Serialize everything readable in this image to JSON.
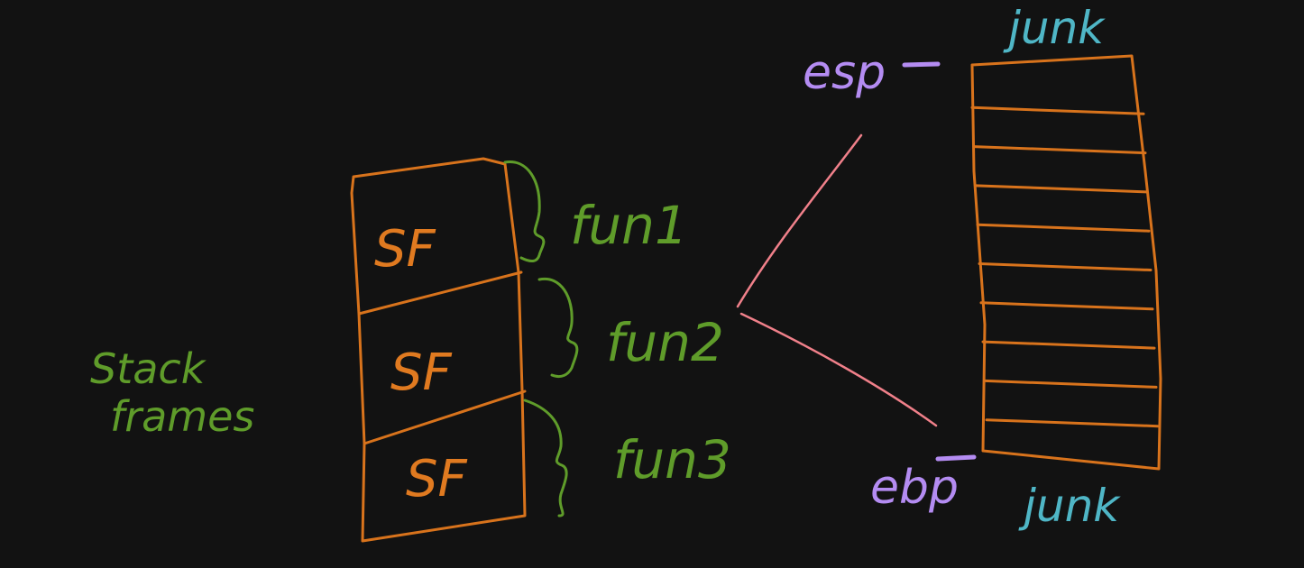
{
  "colors": {
    "background": "#121212",
    "stack_outline": "#d8731c",
    "frame_label": "#e07a20",
    "function_label": "#5f9c2a",
    "register": "#b48cf2",
    "junk": "#4fb6c6",
    "arrow": "#f0808a"
  },
  "left_label": [
    "Stack",
    "frames"
  ],
  "frames": [
    {
      "cell_label": "SF",
      "function": "fun1"
    },
    {
      "cell_label": "SF",
      "function": "fun2"
    },
    {
      "cell_label": "SF",
      "function": "fun3"
    }
  ],
  "registers": {
    "top": "esp",
    "bottom": "ebp"
  },
  "junk": {
    "top": "junk",
    "bottom": "junk"
  },
  "memory_rows": 10
}
